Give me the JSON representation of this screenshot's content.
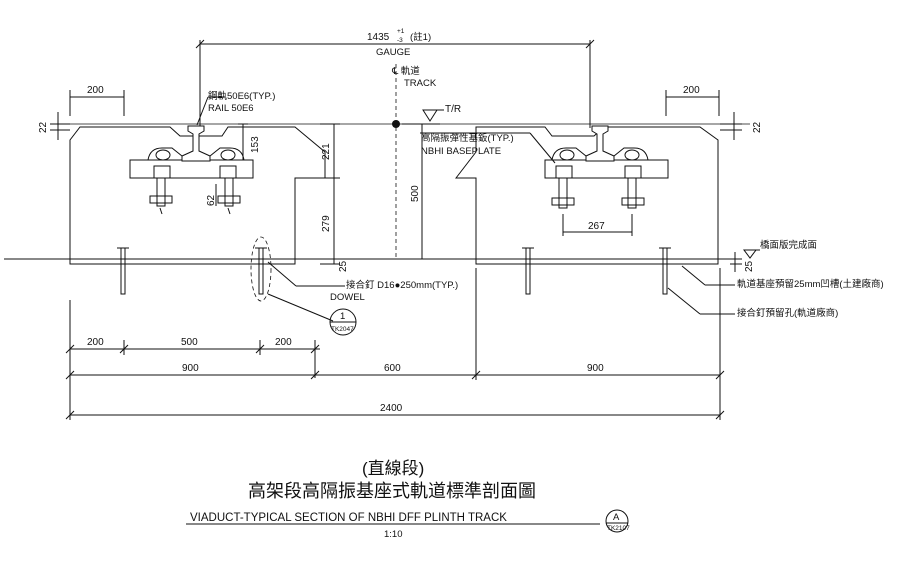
{
  "drawing": {
    "gauge_value": "1435",
    "gauge_tol_top": "+1",
    "gauge_tol_bottom": "-3",
    "gauge_note": "(註1)",
    "gauge_label": "GAUGE",
    "track_cl_zh": "℄ 軌道",
    "track_cl_en": "TRACK",
    "tr_label": "T/R",
    "rail_zh": "鋼軌50E6(TYP.)",
    "rail_en": "RAIL 50E6",
    "baseplate_zh": "高隔振彈性基鈑(TYP.)",
    "baseplate_en": "NBHI BASEPLATE",
    "dowel_zh": "接合釘 D16●250mm(TYP.)",
    "dowel_en": "DOWEL",
    "deck_finish": "橋面版完成面",
    "groove_note": "軌道基座預留25mm凹槽(土建廠商)",
    "hole_note": "接合釘預留孔(軌道廠商)",
    "detail_ref_num": "1",
    "detail_ref_sheet": "TK2047",
    "dims": {
      "top_left_200": "200",
      "top_right_200": "200",
      "left_22": "22",
      "right_22": "22",
      "d153": "153",
      "d221": "221",
      "d279": "279",
      "d500": "500",
      "d62": "62",
      "d267": "267",
      "d25_left": "25",
      "d25_right": "25",
      "b200a": "200",
      "b500": "500",
      "b200b": "200",
      "b900_left": "900",
      "b600": "600",
      "b900_right": "900",
      "b2400": "2400"
    },
    "title_paren": "(直線段)",
    "title_zh": "高架段高隔振基座式軌道標準剖面圖",
    "title_en": "VIADUCT-TYPICAL SECTION OF NBHI DFF PLINTH TRACK",
    "title_tag": "A",
    "title_tag_sheet": "TK2107",
    "scale": "1:10"
  }
}
